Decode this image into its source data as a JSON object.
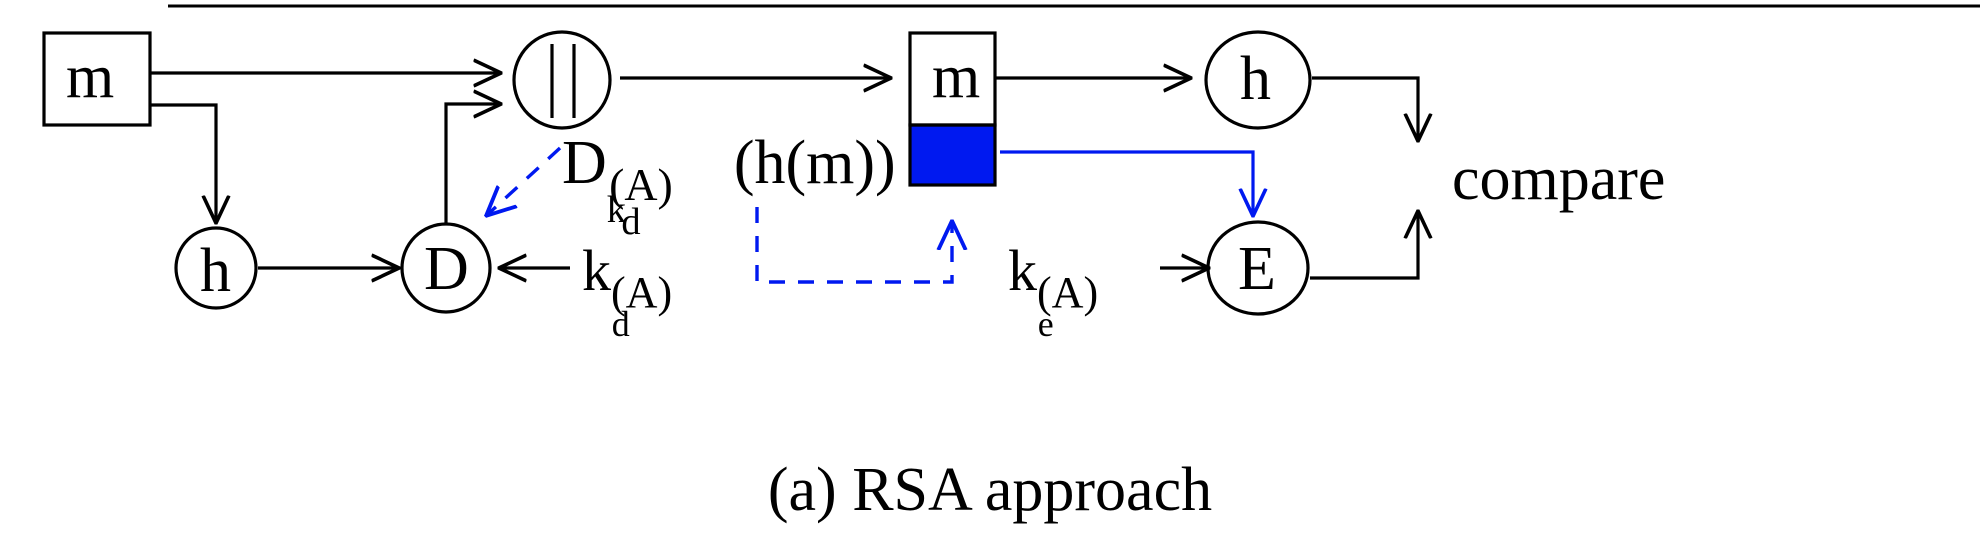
{
  "figure": {
    "caption": "(a) RSA approach",
    "top_rule": true,
    "colors": {
      "ink": "#000000",
      "accent_blue": "#0019f0",
      "background": "#ffffff"
    }
  },
  "nodes": {
    "message_box_left": {
      "label": "m",
      "shape": "rectangle"
    },
    "hash_left": {
      "label": "h",
      "shape": "circle"
    },
    "decrypt": {
      "label": "D",
      "shape": "circle"
    },
    "concat": {
      "label": "∥",
      "shape": "circle"
    },
    "message_box_right": {
      "label": "m",
      "shape": "rectangle-split",
      "fill_bottom": "#0019f0"
    },
    "hash_right": {
      "label": "h",
      "shape": "circle"
    },
    "encrypt": {
      "label": "E",
      "shape": "circle"
    }
  },
  "labels": {
    "formula": {
      "base": "D",
      "sub": "k",
      "sub_sub": "d",
      "sup": "(A)",
      "arg": "(h(m))",
      "full": "D_kd^(A)(h(m))"
    },
    "decrypt_key": {
      "base": "k",
      "sub": "d",
      "sup": "(A)",
      "full": "k_d^(A)"
    },
    "encrypt_key": {
      "base": "k",
      "sub": "e",
      "sup": "(A)",
      "full": "k_e^(A)"
    },
    "compare": "compare"
  },
  "icons": {
    "concat_symbol": "parallel-bars-icon",
    "arrow": "arrow-icon",
    "dashed_pointer": "dashed-arrow-icon"
  }
}
